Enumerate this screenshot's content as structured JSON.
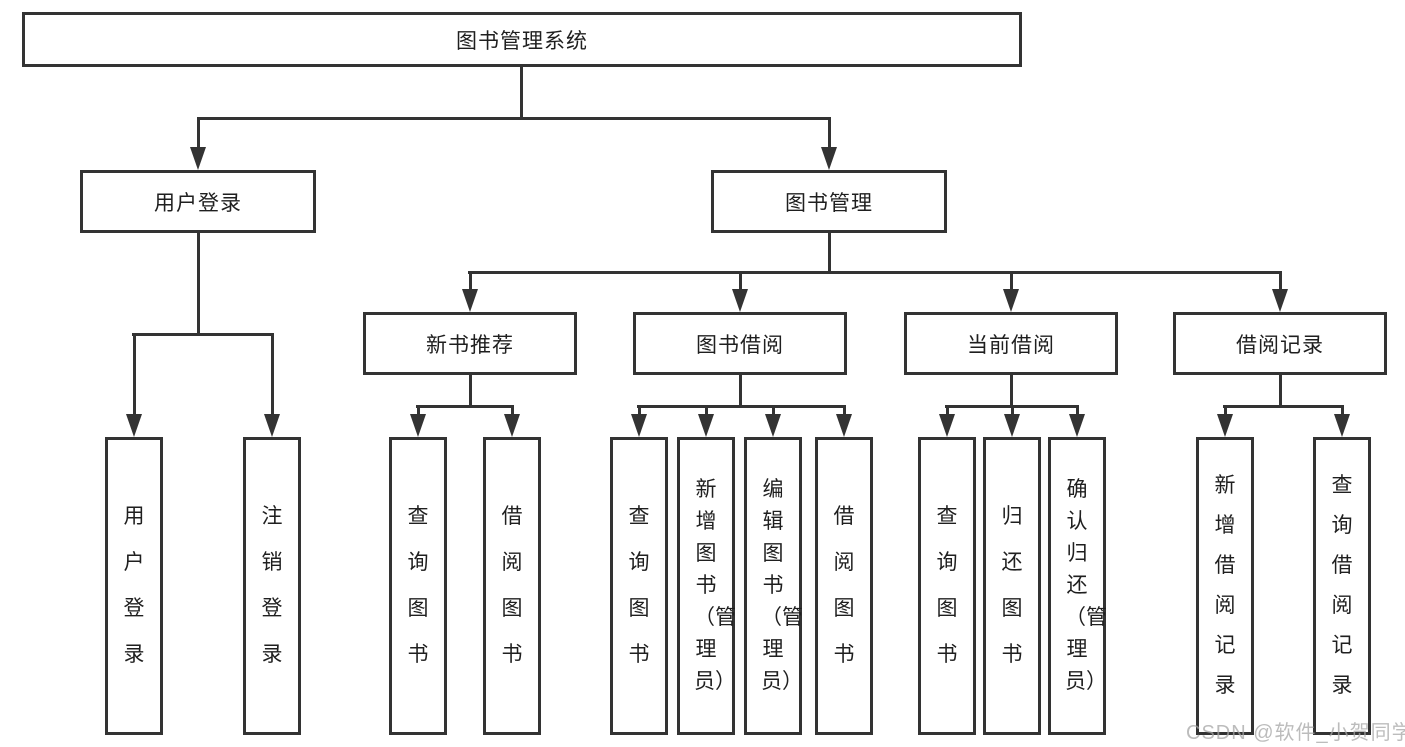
{
  "diagram": {
    "root": {
      "label": "图书管理系统"
    },
    "level2": [
      {
        "label": "用户登录"
      },
      {
        "label": "图书管理"
      }
    ],
    "level3": [
      {
        "label": "新书推荐"
      },
      {
        "label": "图书借阅"
      },
      {
        "label": "当前借阅"
      },
      {
        "label": "借阅记录"
      }
    ],
    "leaves": {
      "user_login": [
        {
          "label": "用户登录"
        },
        {
          "label": "注销登录"
        }
      ],
      "new_books": [
        {
          "label": "查询图书"
        },
        {
          "label": "借阅图书"
        }
      ],
      "book_borrow": [
        {
          "label": "查询图书"
        },
        {
          "label": "新增图书（管理员）"
        },
        {
          "label": "编辑图书（管理员）"
        },
        {
          "label": "借阅图书"
        }
      ],
      "current_borrow": [
        {
          "label": "查询图书"
        },
        {
          "label": "归还图书"
        },
        {
          "label": "确认归还（管理员）"
        }
      ],
      "borrow_records": [
        {
          "label": "新增借阅记录"
        },
        {
          "label": "查询借阅记录"
        }
      ]
    },
    "watermark": "CSDN @软件_小贺同学",
    "colors": {
      "line": "#333333",
      "text": "#1f1f1f",
      "watermark": "#a5a5a5",
      "background": "#ffffff"
    }
  }
}
